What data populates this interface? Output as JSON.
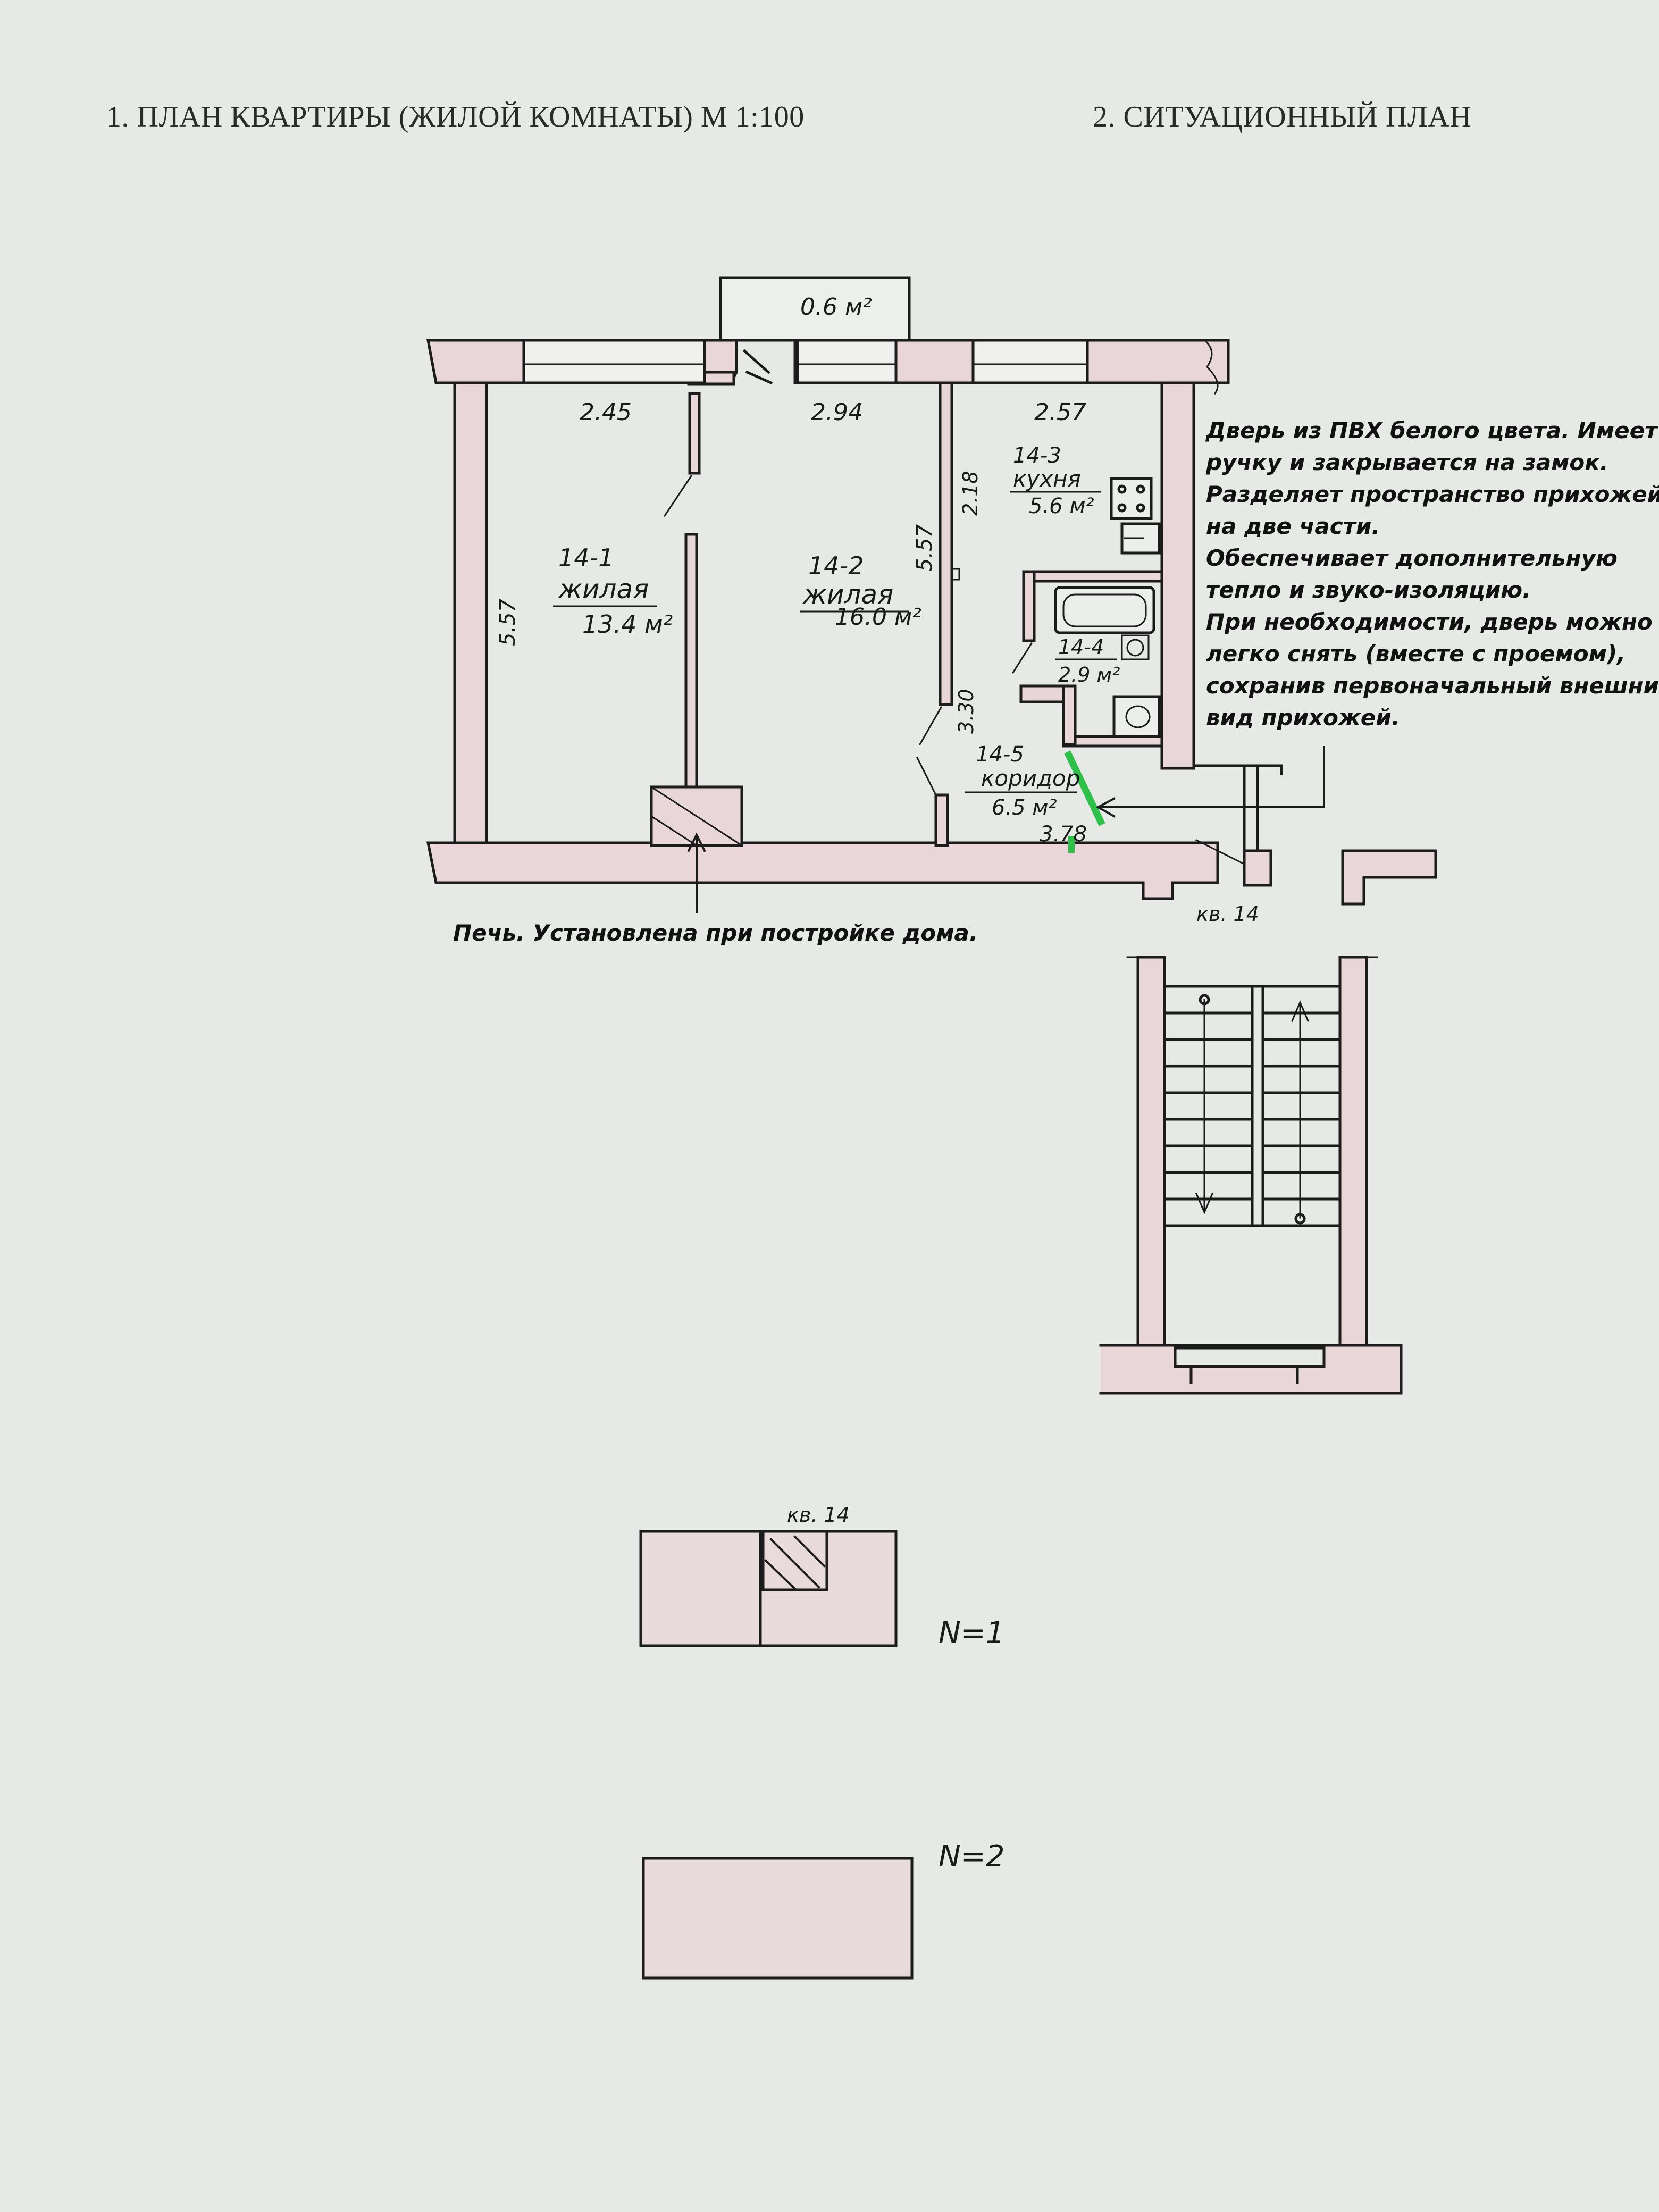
{
  "header": {
    "left_title": "1. ПЛАН КВАРТИРЫ (ЖИЛОЙ КОМНАТЫ)  М 1:100",
    "right_title": "2. СИТУАЦИОННЫЙ ПЛАН"
  },
  "plan": {
    "balcony_area": "0.6 м²",
    "dims": {
      "top_room1": "2.45",
      "top_room2": "2.94",
      "top_kitchen": "2.57",
      "left_height": "5.57",
      "room2_height": "5.57",
      "kitchen_height": "2.18",
      "corridor_height": "3.30",
      "corridor_width": "3.78"
    },
    "rooms": [
      {
        "id": "14-1",
        "type": "жилая",
        "area": "13.4 м²"
      },
      {
        "id": "14-2",
        "type": "жилая",
        "area": "16.0 м²"
      },
      {
        "id": "14-3",
        "type": "кухня",
        "area": "5.6 м²"
      },
      {
        "id": "14-4",
        "type": "",
        "area": "2.9 м²"
      },
      {
        "id": "14-5",
        "type": "коридор",
        "area": "6.5 м²"
      }
    ],
    "apartment_label": "кв. 14"
  },
  "annotations": {
    "door_note_lines": [
      "Дверь  из ПВХ белого цвета. Имеет",
      "ручку и закрывается на замок.",
      "Разделяет пространство прихожей",
      "на две части.",
      "Обеспечивает дополнительную",
      "тепло и звуко-изоляцию.",
      "При необходимости, дверь можно",
      "легко снять (вместе с проемом),",
      "сохранив первоначальный внешний",
      "вид прихожей."
    ],
    "stove_note": "Печь. Установлена при постройке дома."
  },
  "situation": {
    "apartment_label": "кв. 14",
    "floor1_label": "N=1",
    "floor2_label": "N=2"
  },
  "colors": {
    "paper": "#e6e9e6",
    "wall_fill": "#e9d6d9",
    "line": "#1c1c1c",
    "door_mark": "#2fc04a"
  }
}
